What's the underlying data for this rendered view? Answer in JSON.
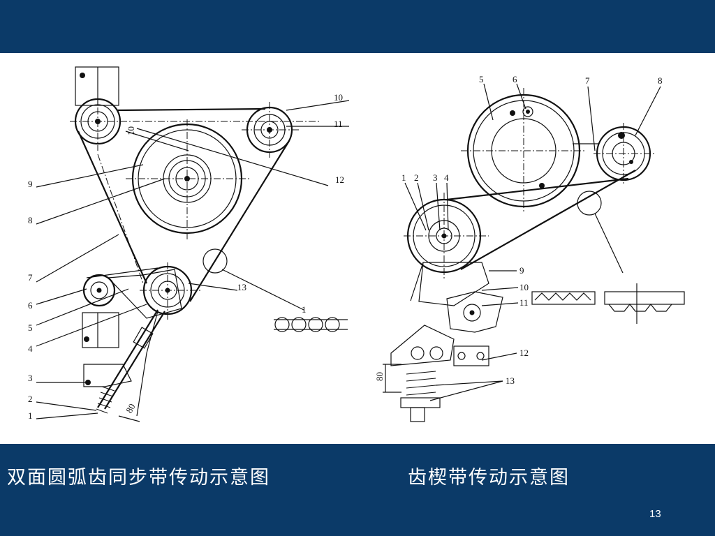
{
  "slide": {
    "caption_left": "双面圆弧齿同步带传动示意图",
    "caption_right": "齿楔带传动示意图",
    "page_number": "13"
  },
  "diagram_left": {
    "labels": [
      "10",
      "11",
      "12",
      "9",
      "8",
      "7",
      "13",
      "6",
      "5",
      "4",
      "3",
      "2",
      "1",
      "10",
      "80",
      "1"
    ]
  },
  "diagram_right": {
    "labels": [
      "5",
      "6",
      "7",
      "8",
      "1",
      "2",
      "3",
      "4",
      "9",
      "10",
      "11",
      "12",
      "13",
      "80"
    ]
  }
}
